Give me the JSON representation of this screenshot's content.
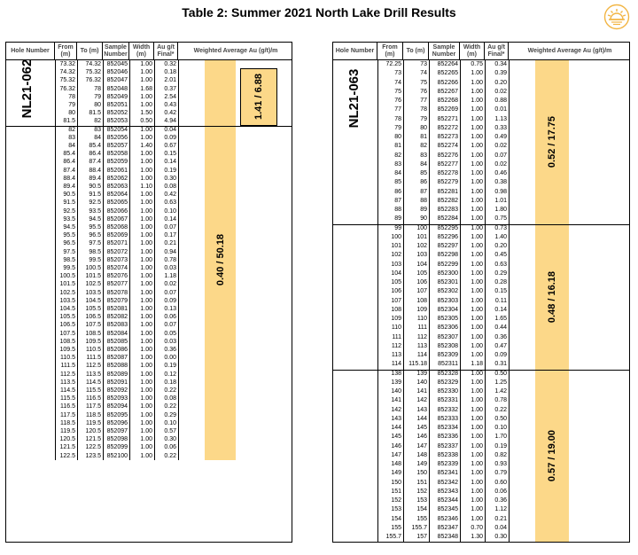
{
  "title": "Table 2: Summer 2021 North Lake Drill Results",
  "logo_icon": "sun-logo-icon",
  "accent_color": "#fcd889",
  "header": {
    "hole_number": "Hole Number",
    "from": "From (m)",
    "to": "To (m)",
    "sample": "Sample Number",
    "width": "Width (m)",
    "au": "Au g/t Final*",
    "weighted": "Weighted Average Au (g/t)/m"
  },
  "header_right": {
    "hole_number": "Hole Number",
    "from": "From (m)",
    "to": "To (m)",
    "sample": "Sample Number",
    "width": "Width (m)",
    "au": "Au g/t Final*",
    "weighted": "Weighted Average Au (g/t)/m"
  },
  "left_table": {
    "hole": "NL21-062",
    "rows": [
      [
        "73.32",
        "74.32",
        "852045",
        "1.00",
        "0.32"
      ],
      [
        "74.32",
        "75.32",
        "852046",
        "1.00",
        "0.18"
      ],
      [
        "75.32",
        "76.32",
        "852047",
        "1.00",
        "2.01"
      ],
      [
        "76.32",
        "78",
        "852048",
        "1.68",
        "0.37"
      ],
      [
        "78",
        "79",
        "852049",
        "1.00",
        "2.54"
      ],
      [
        "79",
        "80",
        "852051",
        "1.00",
        "0.43"
      ],
      [
        "80",
        "81.5",
        "852052",
        "1.50",
        "0.42"
      ],
      [
        "81.5",
        "82",
        "852053",
        "0.50",
        "4.94"
      ],
      [
        "82",
        "83",
        "852054",
        "1.00",
        "0.04"
      ],
      [
        "83",
        "84",
        "852056",
        "1.00",
        "0.09"
      ],
      [
        "84",
        "85.4",
        "852057",
        "1.40",
        "0.67"
      ],
      [
        "85.4",
        "86.4",
        "852058",
        "1.00",
        "0.15"
      ],
      [
        "86.4",
        "87.4",
        "852059",
        "1.00",
        "0.14"
      ],
      [
        "87.4",
        "88.4",
        "852061",
        "1.00",
        "0.19"
      ],
      [
        "88.4",
        "89.4",
        "852062",
        "1.00",
        "0.30"
      ],
      [
        "89.4",
        "90.5",
        "852063",
        "1.10",
        "0.08"
      ],
      [
        "90.5",
        "91.5",
        "852064",
        "1.00",
        "0.42"
      ],
      [
        "91.5",
        "92.5",
        "852065",
        "1.00",
        "0.63"
      ],
      [
        "92.5",
        "93.5",
        "852066",
        "1.00",
        "0.10"
      ],
      [
        "93.5",
        "94.5",
        "852067",
        "1.00",
        "0.14"
      ],
      [
        "94.5",
        "95.5",
        "852068",
        "1.00",
        "0.07"
      ],
      [
        "95.5",
        "96.5",
        "852069",
        "1.00",
        "0.17"
      ],
      [
        "96.5",
        "97.5",
        "852071",
        "1.00",
        "0.21"
      ],
      [
        "97.5",
        "98.5",
        "852072",
        "1.00",
        "0.94"
      ],
      [
        "98.5",
        "99.5",
        "852073",
        "1.00",
        "0.78"
      ],
      [
        "99.5",
        "100.5",
        "852074",
        "1.00",
        "0.03"
      ],
      [
        "100.5",
        "101.5",
        "852076",
        "1.00",
        "1.18"
      ],
      [
        "101.5",
        "102.5",
        "852077",
        "1.00",
        "0.02"
      ],
      [
        "102.5",
        "103.5",
        "852078",
        "1.00",
        "0.07"
      ],
      [
        "103.5",
        "104.5",
        "852079",
        "1.00",
        "0.09"
      ],
      [
        "104.5",
        "105.5",
        "852081",
        "1.00",
        "0.13"
      ],
      [
        "105.5",
        "106.5",
        "852082",
        "1.00",
        "0.06"
      ],
      [
        "106.5",
        "107.5",
        "852083",
        "1.00",
        "0.07"
      ],
      [
        "107.5",
        "108.5",
        "852084",
        "1.00",
        "0.05"
      ],
      [
        "108.5",
        "109.5",
        "852085",
        "1.00",
        "0.03"
      ],
      [
        "109.5",
        "110.5",
        "852086",
        "1.00",
        "0.36"
      ],
      [
        "110.5",
        "111.5",
        "852087",
        "1.00",
        "0.00"
      ],
      [
        "111.5",
        "112.5",
        "852088",
        "1.00",
        "0.19"
      ],
      [
        "112.5",
        "113.5",
        "852089",
        "1.00",
        "0.12"
      ],
      [
        "113.5",
        "114.5",
        "852091",
        "1.00",
        "0.18"
      ],
      [
        "114.5",
        "115.5",
        "852092",
        "1.00",
        "0.22"
      ],
      [
        "115.5",
        "116.5",
        "852093",
        "1.00",
        "0.08"
      ],
      [
        "116.5",
        "117.5",
        "852094",
        "1.00",
        "0.22"
      ],
      [
        "117.5",
        "118.5",
        "852095",
        "1.00",
        "0.29"
      ],
      [
        "118.5",
        "119.5",
        "852096",
        "1.00",
        "0.10"
      ],
      [
        "119.5",
        "120.5",
        "852097",
        "1.00",
        "0.57"
      ],
      [
        "120.5",
        "121.5",
        "852098",
        "1.00",
        "0.30"
      ],
      [
        "121.5",
        "122.5",
        "852099",
        "1.00",
        "0.06"
      ],
      [
        "122.5",
        "123.5",
        "852100",
        "1.00",
        "0.22"
      ]
    ],
    "intervals": [
      {
        "label": "1.41 / 6.88",
        "start": 1,
        "end": 7,
        "style": "box"
      },
      {
        "label": "0.40 / 50.18",
        "start": 0,
        "end": 48,
        "style": "fill"
      }
    ],
    "separators": [
      8
    ]
  },
  "right_table": {
    "hole": "NL21-063",
    "rows": [
      [
        "72.25",
        "73",
        "852264",
        "0.75",
        "0.34"
      ],
      [
        "73",
        "74",
        "852265",
        "1.00",
        "0.39"
      ],
      [
        "74",
        "75",
        "852266",
        "1.00",
        "0.20"
      ],
      [
        "75",
        "76",
        "852267",
        "1.00",
        "0.02"
      ],
      [
        "76",
        "77",
        "852268",
        "1.00",
        "0.88"
      ],
      [
        "77",
        "78",
        "852269",
        "1.00",
        "0.01"
      ],
      [
        "78",
        "79",
        "852271",
        "1.00",
        "1.13"
      ],
      [
        "79",
        "80",
        "852272",
        "1.00",
        "0.33"
      ],
      [
        "80",
        "81",
        "852273",
        "1.00",
        "0.49"
      ],
      [
        "81",
        "82",
        "852274",
        "1.00",
        "0.02"
      ],
      [
        "82",
        "83",
        "852276",
        "1.00",
        "0.07"
      ],
      [
        "83",
        "84",
        "852277",
        "1.00",
        "0.02"
      ],
      [
        "84",
        "85",
        "852278",
        "1.00",
        "0.46"
      ],
      [
        "85",
        "86",
        "852279",
        "1.00",
        "0.38"
      ],
      [
        "86",
        "87",
        "852281",
        "1.00",
        "0.98"
      ],
      [
        "87",
        "88",
        "852282",
        "1.00",
        "1.01"
      ],
      [
        "88",
        "89",
        "852283",
        "1.00",
        "1.80"
      ],
      [
        "89",
        "90",
        "852284",
        "1.00",
        "0.75"
      ],
      [
        "99",
        "100",
        "852295",
        "1.00",
        "0.73"
      ],
      [
        "100",
        "101",
        "852296",
        "1.00",
        "1.40"
      ],
      [
        "101",
        "102",
        "852297",
        "1.00",
        "0.20"
      ],
      [
        "102",
        "103",
        "852298",
        "1.00",
        "0.45"
      ],
      [
        "103",
        "104",
        "852299",
        "1.00",
        "0.63"
      ],
      [
        "104",
        "105",
        "852300",
        "1.00",
        "0.29"
      ],
      [
        "105",
        "106",
        "852301",
        "1.00",
        "0.28"
      ],
      [
        "106",
        "107",
        "852302",
        "1.00",
        "0.15"
      ],
      [
        "107",
        "108",
        "852303",
        "1.00",
        "0.11"
      ],
      [
        "108",
        "109",
        "852304",
        "1.00",
        "0.14"
      ],
      [
        "109",
        "110",
        "852305",
        "1.00",
        "1.65"
      ],
      [
        "110",
        "111",
        "852306",
        "1.00",
        "0.44"
      ],
      [
        "111",
        "112",
        "852307",
        "1.00",
        "0.36"
      ],
      [
        "112",
        "113",
        "852308",
        "1.00",
        "0.47"
      ],
      [
        "113",
        "114",
        "852309",
        "1.00",
        "0.09"
      ],
      [
        "114",
        "115.18",
        "852311",
        "1.18",
        "0.31"
      ],
      [
        "138",
        "139",
        "852328",
        "1.00",
        "0.50"
      ],
      [
        "139",
        "140",
        "852329",
        "1.00",
        "1.25"
      ],
      [
        "140",
        "141",
        "852330",
        "1.00",
        "1.42"
      ],
      [
        "141",
        "142",
        "852331",
        "1.00",
        "0.78"
      ],
      [
        "142",
        "143",
        "852332",
        "1.00",
        "0.22"
      ],
      [
        "143",
        "144",
        "852333",
        "1.00",
        "0.50"
      ],
      [
        "144",
        "145",
        "852334",
        "1.00",
        "0.10"
      ],
      [
        "145",
        "146",
        "852336",
        "1.00",
        "1.70"
      ],
      [
        "146",
        "147",
        "852337",
        "1.00",
        "0.19"
      ],
      [
        "147",
        "148",
        "852338",
        "1.00",
        "0.82"
      ],
      [
        "148",
        "149",
        "852339",
        "1.00",
        "0.93"
      ],
      [
        "149",
        "150",
        "852341",
        "1.00",
        "0.79"
      ],
      [
        "150",
        "151",
        "852342",
        "1.00",
        "0.60"
      ],
      [
        "151",
        "152",
        "852343",
        "1.00",
        "0.06"
      ],
      [
        "152",
        "153",
        "852344",
        "1.00",
        "0.36"
      ],
      [
        "153",
        "154",
        "852345",
        "1.00",
        "1.12"
      ],
      [
        "154",
        "155",
        "852346",
        "1.00",
        "0.21"
      ],
      [
        "155",
        "155.7",
        "852347",
        "0.70",
        "0.04"
      ],
      [
        "155.7",
        "157",
        "852348",
        "1.30",
        "0.30"
      ]
    ],
    "intervals": [
      {
        "label": "0.52 / 17.75",
        "start": 0,
        "end": 17,
        "style": "fill"
      },
      {
        "label": "0.48 / 16.18",
        "start": 18,
        "end": 33,
        "style": "fill"
      },
      {
        "label": "0.57 / 19.00",
        "start": 34,
        "end": 52,
        "style": "fill"
      }
    ],
    "separators": [
      18,
      34
    ]
  }
}
